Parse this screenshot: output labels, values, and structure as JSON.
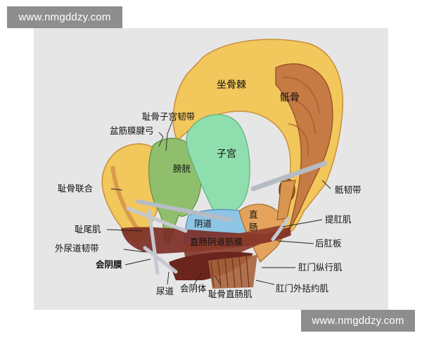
{
  "watermarks": {
    "top": "www.nmgddzy.com",
    "bottom": "www.nmgddzy.com"
  },
  "labels": {
    "ischium": "坐骨棘",
    "sacrum": "骶骨",
    "pubo_uterine_ligament": "耻骨子宫韧带",
    "pelvic_fascia_arch": "盆筋膜腱弓",
    "uterus": "子宫",
    "bladder": "膀胱",
    "pubic_symphysis": "耻骨联合",
    "sacrospinous_ligament": "骶韧带",
    "levator_ani": "提肛肌",
    "vagina": "阴道",
    "rectum": "直\n肠",
    "pubococcygeus": "耻尾肌",
    "puborectalis_inner": "直肠阴道筋膜",
    "urethral_ligament": "外尿道韧带",
    "posterior_anal_plate": "后肛板",
    "perineal_membrane": "会阴膜",
    "anal_longitudinal": "肛门纵行肌",
    "urethra": "尿道",
    "perineal_body": "会阴体",
    "puborectalis": "耻骨直肠肌",
    "external_anal_sphincter": "肛门外括约肌"
  },
  "colors": {
    "bone": "#f2c75c",
    "bone_dark": "#c2773e",
    "bladder": "#8fbf6d",
    "uterus": "#8fdfae",
    "vagina": "#8ec4e4",
    "muscle": "#7a2a22",
    "rectum": "#e3a35c"
  }
}
